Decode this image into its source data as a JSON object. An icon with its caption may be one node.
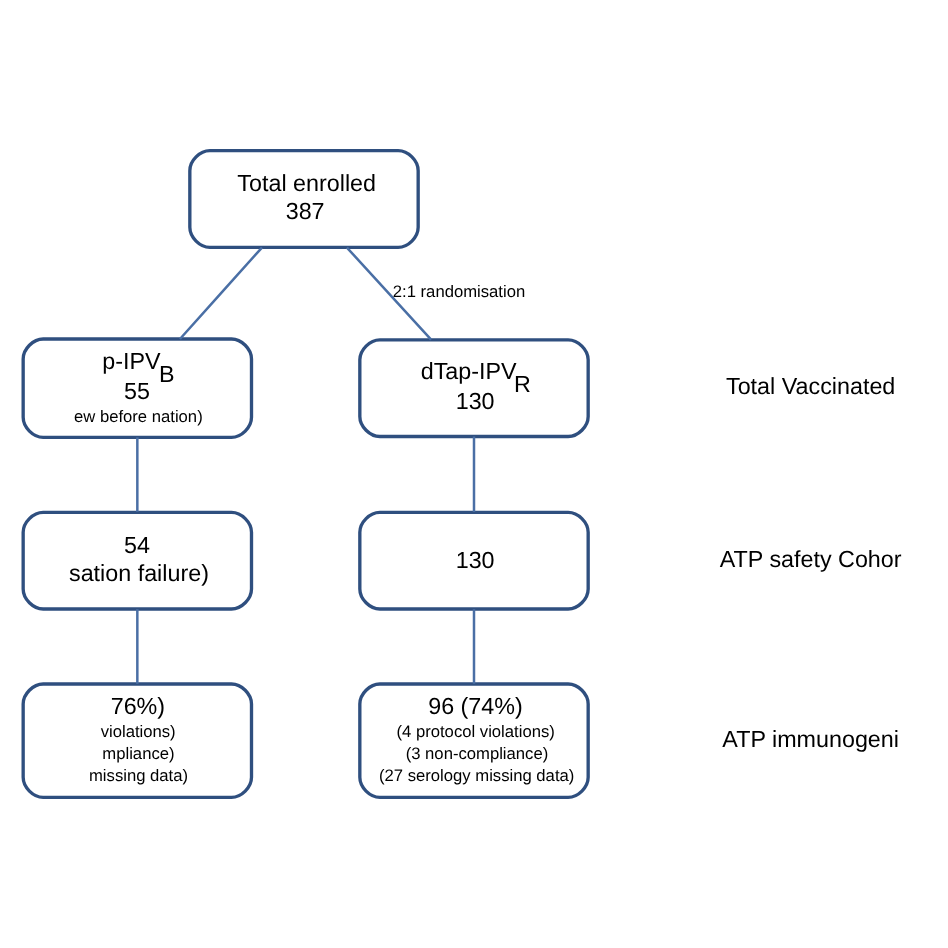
{
  "diagram": {
    "nodes": [
      {
        "text": [
          "Total enrolled",
          "387"
        ]
      },
      {
        "text": [
          "p-IPV$_{B}$",
          "55",
          "ew before nation)"
        ]
      },
      {
        "text": [
          "dTap-IPV$_{R}$",
          "130"
        ]
      },
      {
        "text": [
          "54",
          "sation failure)"
        ]
      },
      {
        "text": [
          "130"
        ]
      },
      {
        "text": [
          "76%)",
          "violations)",
          "mpliance)",
          "missing data)"
        ]
      },
      {
        "text": [
          "96 (74%)",
          "(4 protocol violations)",
          "(3 non-compliance)",
          "(27 serology missing data)"
        ]
      }
    ],
    "edges": [
      {
        "from": 0,
        "to": 1,
        "arrow": "none"
      },
      {
        "from": 0,
        "to": 2,
        "arrow": "none",
        "label": "2:1 randomisation"
      },
      {
        "from": 1,
        "to": 3,
        "arrow": "none"
      },
      {
        "from": 2,
        "to": 4,
        "arrow": "none"
      },
      {
        "from": 3,
        "to": 5,
        "arrow": "none"
      },
      {
        "from": 4,
        "to": 6,
        "arrow": "none"
      }
    ],
    "labels": [
      "Total Vaccinated",
      "ATP safety Cohor",
      "ATP immunogeni"
    ]
  }
}
